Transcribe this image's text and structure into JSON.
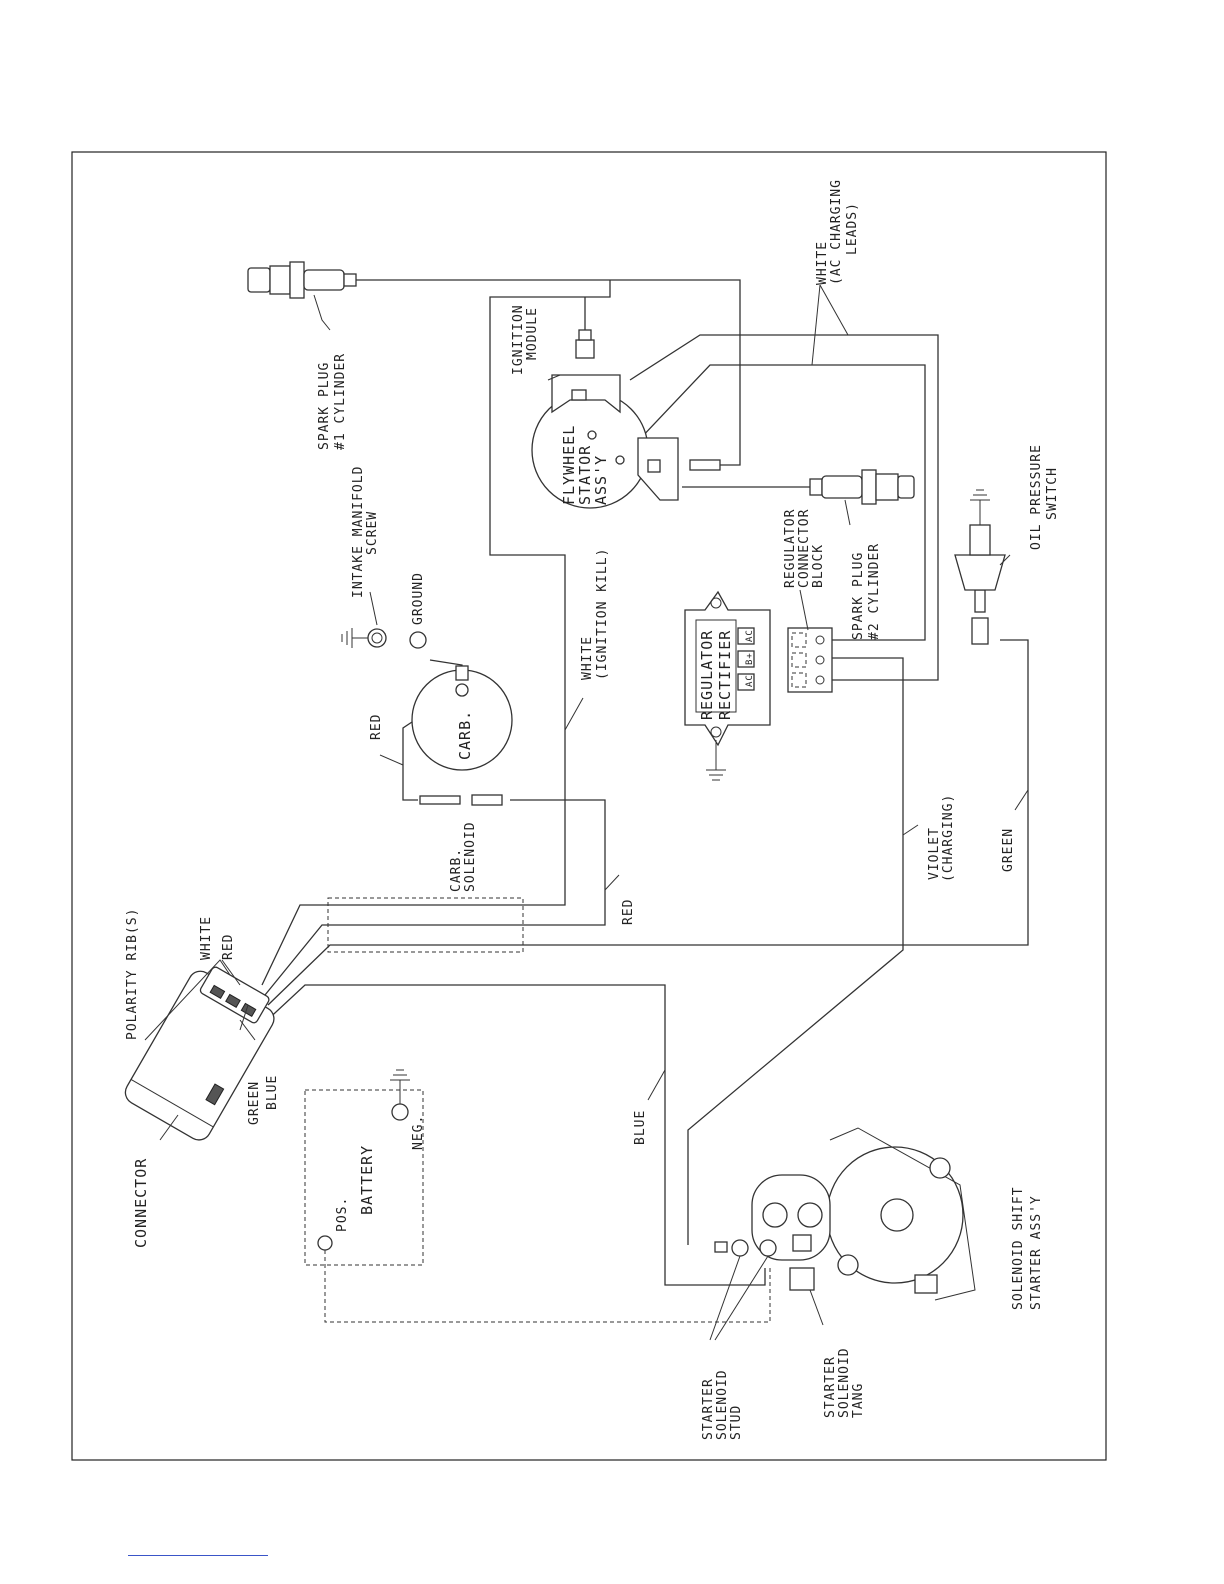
{
  "labels": {
    "polarity_rib": "POLARITY RIB(S)",
    "white": "WHITE",
    "red": "RED",
    "green": "GREEN",
    "blue": "BLUE",
    "connector": "CONNECTOR",
    "pos": "POS.",
    "battery": "BATTERY",
    "neg": "NEG.",
    "blue_wire": "BLUE",
    "carb_solenoid_1": "CARB.",
    "carb_solenoid_2": "SOLENOID",
    "red_wire_top": "RED",
    "red_wire_bottom": "RED",
    "carb": "CARB.",
    "ground": "GROUND",
    "intake_manifold_1": "INTAKE MANIFOLD",
    "intake_manifold_2": "SCREW",
    "spark_plug_1_1": "SPARK PLUG",
    "spark_plug_1_2": "#1 CYLINDER",
    "white_ign_1": "WHITE",
    "white_ign_2": "(IGNITION KILL)",
    "ignition_module_1": "IGNITION",
    "ignition_module_2": "MODULE",
    "flywheel_1": "FLYWHEEL",
    "flywheel_2": "STATOR",
    "flywheel_3": "ASS'Y",
    "white_ac_1": "WHITE",
    "white_ac_2": "(AC CHARGING",
    "white_ac_3": "LEADS)",
    "regulator_1": "REGULATOR",
    "regulator_2": "RECTIFIER",
    "reg_ac1": "AC",
    "reg_b": "B+",
    "reg_ac2": "AC",
    "reg_block_1": "REGULATOR",
    "reg_block_2": "CONNECTOR",
    "reg_block_3": "BLOCK",
    "spark_plug_2_1": "SPARK PLUG",
    "spark_plug_2_2": "#2 CYLINDER",
    "violet_1": "VIOLET",
    "violet_2": "(CHARGING)",
    "green_wire": "GREEN",
    "oil_1": "OIL PRESSURE",
    "oil_2": "SWITCH",
    "starter_stud_1": "STARTER",
    "starter_stud_2": "SOLENOID",
    "starter_stud_3": "STUD",
    "starter_tang_1": "STARTER",
    "starter_tang_2": "SOLENOID",
    "starter_tang_3": "TANG",
    "solenoid_shift_1": "SOLENOID SHIFT",
    "solenoid_shift_2": "STARTER ASS'Y"
  }
}
